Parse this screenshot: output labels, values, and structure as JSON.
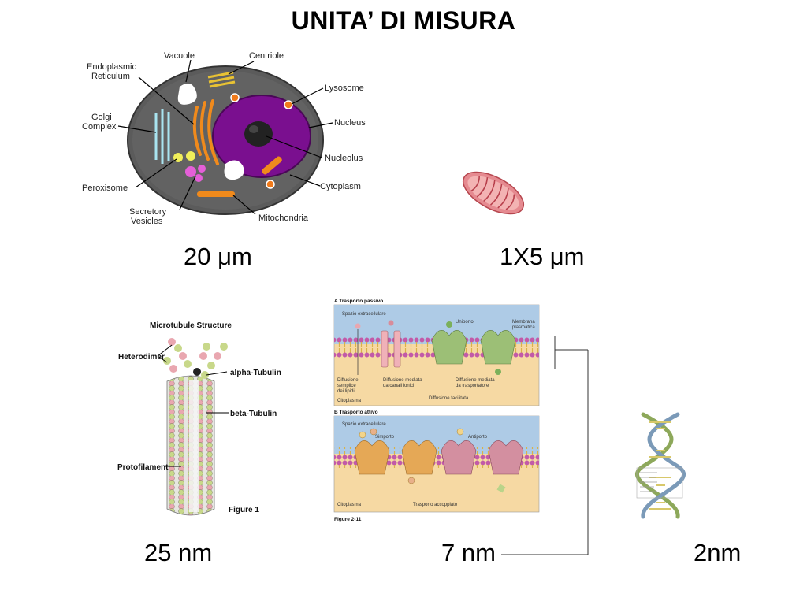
{
  "title": "UNITA’ DI MISURA",
  "measurements": {
    "cell": "20 μm",
    "mitochondrion": "1X5 μm",
    "microtubule": "25 nm",
    "membrane": "7 nm",
    "dna": "2nm"
  },
  "cell_diagram": {
    "labels": {
      "vacuole": "Vacuole",
      "centriole": "Centriole",
      "er_line1": "Endoplasmic",
      "er_line2": "Reticulum",
      "lysosome": "Lysosome",
      "golgi_line1": "Golgi",
      "golgi_line2": "Complex",
      "nucleus": "Nucleus",
      "nucleolus": "Nucleolus",
      "peroxisome": "Peroxisome",
      "cytoplasm": "Cytoplasm",
      "secretory_line1": "Secretory",
      "secretory_line2": "Vesicles",
      "mitochondria": "Mitochondria"
    }
  },
  "microtubule_diagram": {
    "title": "Microtubule Structure",
    "heterodimer": "Heterodimer",
    "alpha": "alpha-Tubulin",
    "beta": "beta-Tubulin",
    "protofilament": "Protofilament",
    "figure": "Figure 1"
  },
  "membrane_diagram": {
    "panel_a": "A Trasporto passivo",
    "panel_b": "B Trasporto attivo",
    "extracellular": "Spazio extracellulare",
    "uniporto": "Uniporto",
    "membrane_line1": "Membrana",
    "membrane_line2": "plasmatica",
    "diff_lipid_1": "Diffusione",
    "diff_lipid_2": "semplice",
    "diff_lipid_3": "dei lipidi",
    "diff_channel_1": "Diffusione mediata",
    "diff_channel_2": "da canali ionici",
    "diff_carrier_1": "Diffusione mediata",
    "diff_carrier_2": "da trasportatore",
    "facilitated": "Diffusione facilitata",
    "cytoplasm": "Citoplasma",
    "simporto": "Simporto",
    "antiporto": "Antiporto",
    "coupled": "Trasporto accoppiato",
    "figure": "Figure 2-11"
  },
  "colors": {
    "cell_body": "#5a5a5a",
    "nucleus": "#7a0f8f",
    "er": "#f08a1c",
    "membrane_bg": "#aecbe6",
    "cytoplasm_bg": "#f6d9a3",
    "tubulin_green": "#c8d88a",
    "tubulin_pink": "#e9a7b0"
  }
}
